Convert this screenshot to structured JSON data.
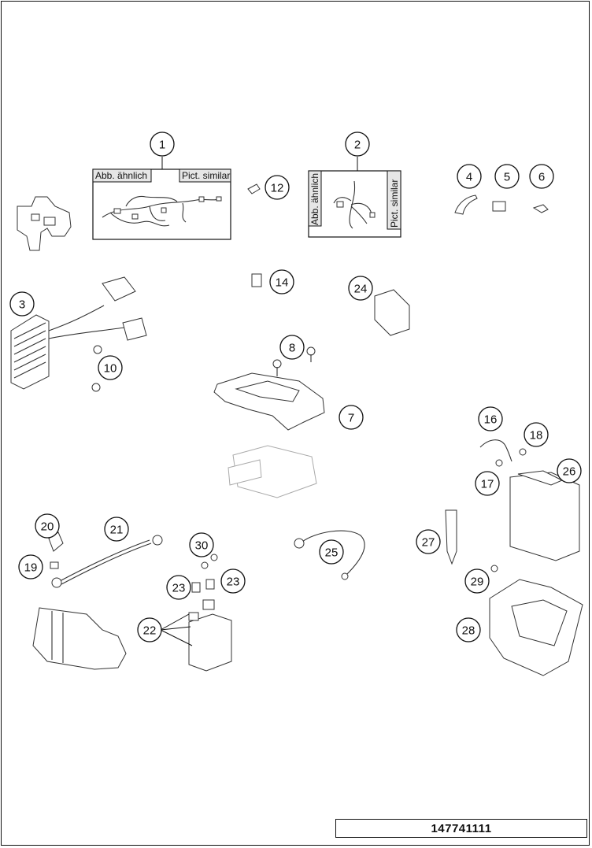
{
  "diagram": {
    "tags": {
      "abb_ahnlich": "Abb. ähnlich",
      "pict_similar": "Pict. similar"
    },
    "callouts": [
      "1",
      "2",
      "3",
      "4",
      "5",
      "6",
      "7",
      "8",
      "10",
      "12",
      "14",
      "16",
      "17",
      "18",
      "19",
      "20",
      "21",
      "22",
      "23",
      "30",
      "24",
      "25",
      "26",
      "27",
      "28",
      "29"
    ],
    "document_number": "147741111"
  }
}
